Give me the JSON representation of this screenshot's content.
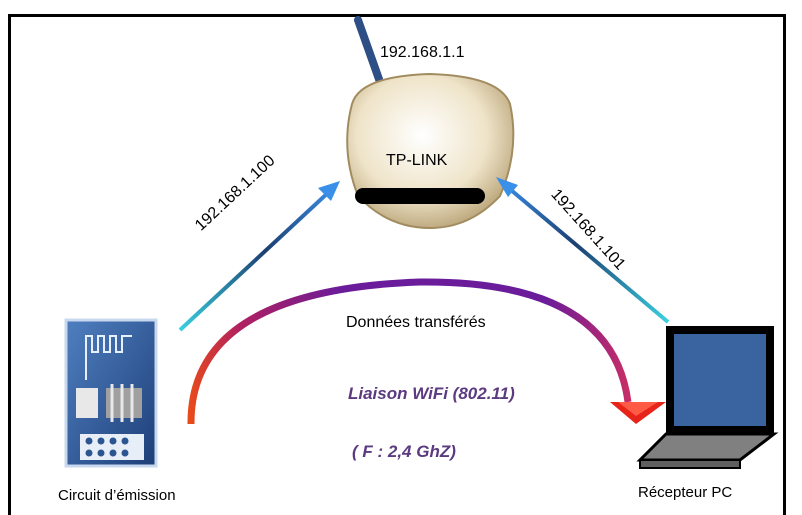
{
  "router": {
    "ip": "192.168.1.1",
    "name": "TP-LINK"
  },
  "links": {
    "left_ip": "192.168.1.100",
    "right_ip": "192.168.1.101",
    "transfer_label": "Données transférés"
  },
  "wifi": {
    "title": "Liaison WiFi (802.11)",
    "frequency": "( F : 2,4 GhZ)"
  },
  "devices": {
    "transmitter": "Circuit d’émission",
    "receiver": "Récepteur PC"
  },
  "colors": {
    "arrow_light": "#3ad0e0",
    "arrow_dark": "#1c3f70",
    "arrow_tip": "#3a8fe8",
    "arc_start": "#e84a1a",
    "arc_end": "#6a1c9a",
    "text_accent": "#5b3a80",
    "board_blue": "#2a5590",
    "screen_blue": "#3a64a0"
  },
  "icons": {
    "router": "router-icon",
    "antenna": "antenna-icon",
    "module": "wifi-module-icon",
    "laptop": "laptop-icon"
  }
}
